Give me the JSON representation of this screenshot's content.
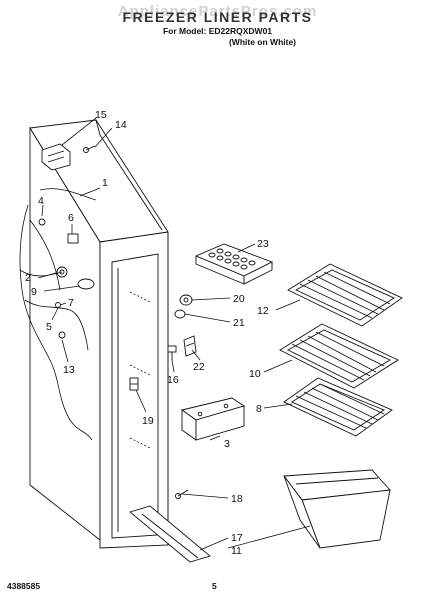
{
  "header": {
    "title": "FREEZER LINER PARTS",
    "watermark": "AppliancePartsPros.com",
    "model_line": "For Model: ED22RQXDW01",
    "finish": "(White on White)"
  },
  "footer": {
    "doc_number": "4388585",
    "page_number": "5"
  },
  "callouts": [
    {
      "id": "15",
      "label": "15"
    },
    {
      "id": "14",
      "label": "14"
    },
    {
      "id": "1",
      "label": "1"
    },
    {
      "id": "4",
      "label": "4"
    },
    {
      "id": "6",
      "label": "6"
    },
    {
      "id": "2",
      "label": "2"
    },
    {
      "id": "9",
      "label": "9"
    },
    {
      "id": "7",
      "label": "7"
    },
    {
      "id": "5",
      "label": "5"
    },
    {
      "id": "13",
      "label": "13"
    },
    {
      "id": "23",
      "label": "23"
    },
    {
      "id": "20",
      "label": "20"
    },
    {
      "id": "12",
      "label": "12"
    },
    {
      "id": "21",
      "label": "21"
    },
    {
      "id": "22",
      "label": "22"
    },
    {
      "id": "16",
      "label": "16"
    },
    {
      "id": "10",
      "label": "10"
    },
    {
      "id": "19",
      "label": "19"
    },
    {
      "id": "8",
      "label": "8"
    },
    {
      "id": "3",
      "label": "3"
    },
    {
      "id": "18",
      "label": "18"
    },
    {
      "id": "17",
      "label": "17"
    },
    {
      "id": "11",
      "label": "11"
    }
  ]
}
